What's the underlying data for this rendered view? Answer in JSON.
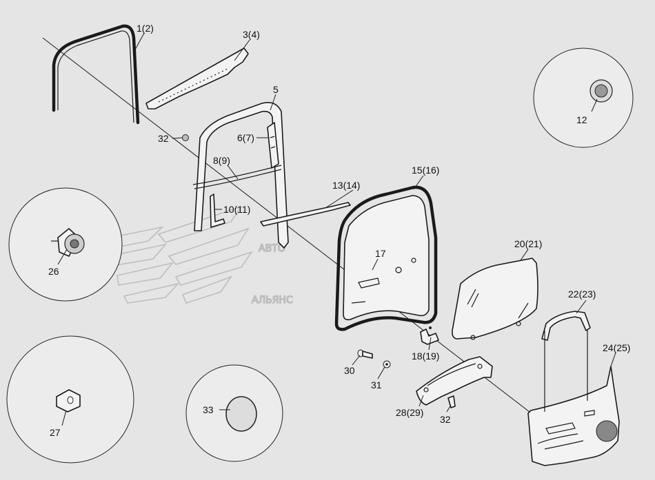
{
  "watermark": {
    "line1": "АВТО",
    "line2": "АЛЬЯНС"
  },
  "labels": {
    "p1": "1(2)",
    "p3": "3(4)",
    "p5": "5",
    "p6": "6(7)",
    "p8": "8(9)",
    "p10": "10(11)",
    "p12": "12",
    "p13": "13(14)",
    "p15": "15(16)",
    "p17": "17",
    "p18": "18(19)",
    "p20": "20(21)",
    "p22": "22(23)",
    "p24": "24(25)",
    "p26": "26",
    "p27": "27",
    "p28": "28(29)",
    "p30": "30",
    "p31": "31",
    "p32a": "32",
    "p32b": "32",
    "p33": "33"
  }
}
